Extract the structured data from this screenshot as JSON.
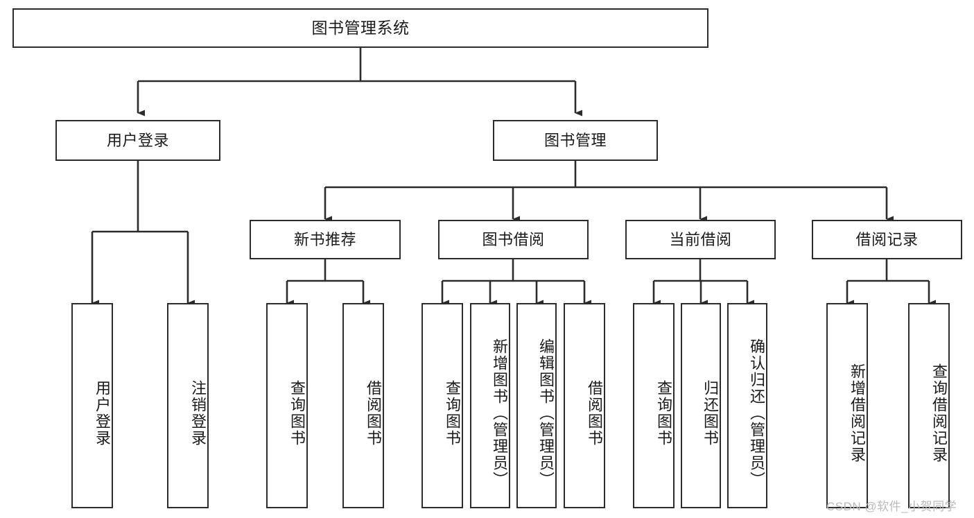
{
  "diagram": {
    "title_root": "图书管理系统",
    "level2": {
      "user_login": "用户登录",
      "book_management": "图书管理"
    },
    "level3": {
      "new_book_recommend": "新书推荐",
      "book_borrow": "图书借阅",
      "current_borrow": "当前借阅",
      "borrow_record": "借阅记录"
    },
    "leaves": {
      "user_login_1": "用户登录",
      "user_login_2": "注销登录",
      "recommend_1": "查询图书",
      "recommend_2": "借阅图书",
      "borrow_1": "查询图书",
      "borrow_2": "新增图书（管理员）",
      "borrow_3": "编辑图书（管理员）",
      "borrow_4": "借阅图书",
      "current_1": "查询图书",
      "current_2": "归还图书",
      "current_3": "确认归还（管理员）",
      "record_1": "新增借阅记录",
      "record_2": "查询借阅记录"
    }
  },
  "watermark": {
    "text": "CSDN @软件_小贺同学"
  },
  "colors": {
    "stroke": "#2b2b2b",
    "background": "#ffffff",
    "text": "#1a1a1a",
    "watermark": "#b9b9b9"
  }
}
